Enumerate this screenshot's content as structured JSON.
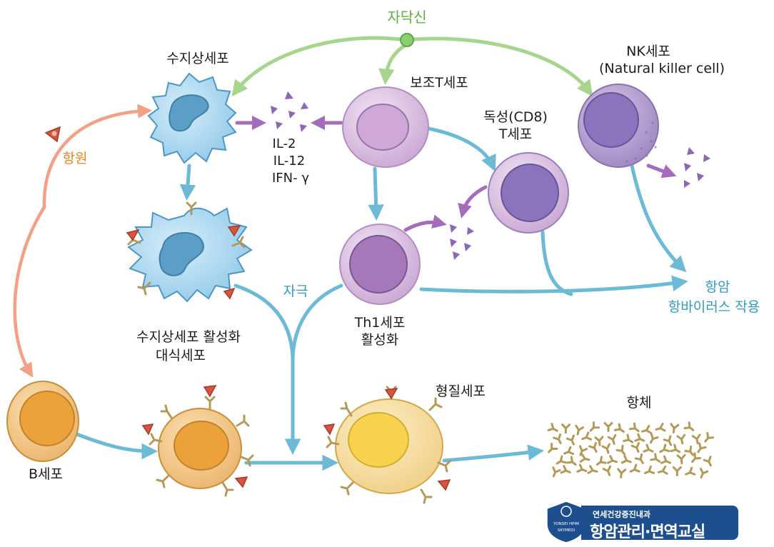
{
  "labels": {
    "autocrine": "자닥신",
    "dendritic_cell": "수지상세포",
    "helper_t": "보조T세포",
    "nk_cell_line1": "NK세포",
    "nk_cell_line2": "(Natural killer cell)",
    "cytotoxic_line1": "독성(CD8)",
    "cytotoxic_line2": "T세포",
    "antigen": "항원",
    "cytokine_il2": "IL-2",
    "cytokine_il12": "IL-12",
    "cytokine_ifn": "IFN- γ",
    "stimulus": "자극",
    "activated_dc_line1": "수지상세포 활성화",
    "activated_dc_line2": "대식세포",
    "th1_line1": "Th1세포",
    "th1_line2": "활성화",
    "anticancer_line1": "항암",
    "anticancer_line2": "항바이러스 작용",
    "b_cell": "B세포",
    "plasma_cell": "형질세포",
    "antibody": "항체"
  },
  "logo": {
    "shield_line1": "YONSEI HPIM",
    "shield_line2": "SKYMEDI",
    "small_text": "연세건강증진내과",
    "big_text": "항암관리·면역교실"
  },
  "colors": {
    "arrow_blue": "#6cbad6",
    "arrow_green": "#a7d58c",
    "arrow_purple": "#a56cbc",
    "arrow_salmon": "#f3a084",
    "dendritic_fill": "#a9d7ef",
    "helper_t_fill": "#dcc2e2",
    "nk_fill": "#b9a1d3",
    "b_cell_fill": "#f2b34a",
    "plasma_fill": "#f8dc70",
    "antibody": "#b49a58",
    "label_blue": "#2f9cc0",
    "label_green": "#5cb13a",
    "label_orange": "#e8821f"
  }
}
